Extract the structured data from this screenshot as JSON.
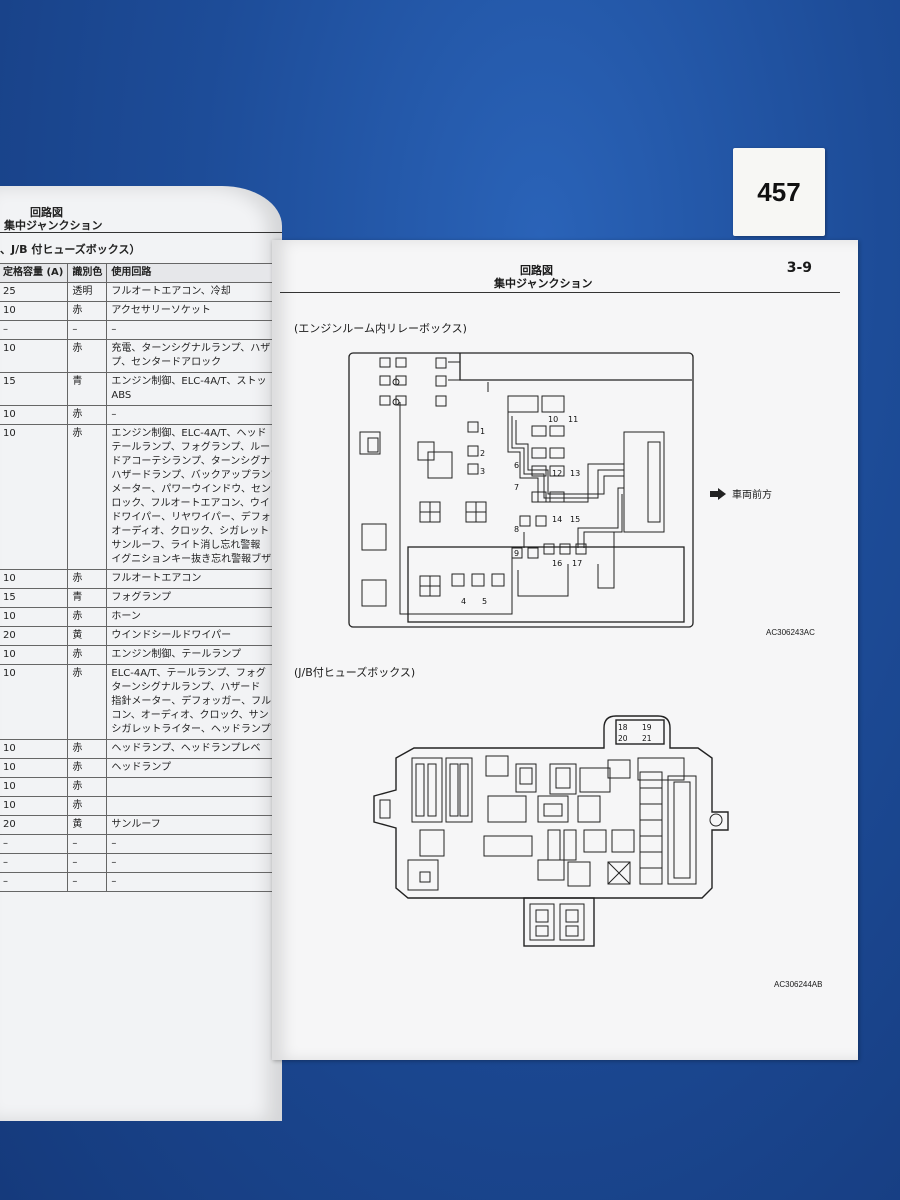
{
  "page_tag": "457",
  "left_page": {
    "heading1": "回路図",
    "heading2": "集中ジャンクション",
    "subheading": "、J/B 付ヒューズボックス）",
    "columns": [
      "定格容量 (A)",
      "識別色",
      "使用回路"
    ],
    "rows": [
      {
        "cap": "25",
        "color": "透明",
        "use": "フルオートエアコン、冷却"
      },
      {
        "cap": "10",
        "color": "赤",
        "use": "アクセサリーソケット"
      },
      {
        "cap": "–",
        "color": "–",
        "use": "–"
      },
      {
        "cap": "10",
        "color": "赤",
        "use": "充電、ターンシグナルランプ、ハザ\nプ、センタードアロック"
      },
      {
        "cap": "15",
        "color": "青",
        "use": "エンジン制御、ELC-4A/T、ストッ\nABS"
      },
      {
        "cap": "10",
        "color": "赤",
        "use": "–"
      },
      {
        "cap": "10",
        "color": "赤",
        "use": "エンジン制御、ELC-4A/T、ヘッド\nテールランプ、フォグランプ、ルー\nドアコーテシランプ、ターンシグナ\nハザードランプ、バックアップランプ\nメーター、パワーウインドウ、セン\nロック、フルオートエアコン、ウイ\nドワイパー、リヤワイパー、デフォ\nオーディオ、クロック、シガレット\nサンルーフ、ライト消し忘れ警報\nイグニションキー抜き忘れ警報ブザ"
      },
      {
        "cap": "10",
        "color": "赤",
        "use": "フルオートエアコン"
      },
      {
        "cap": "15",
        "color": "青",
        "use": "フォグランプ"
      },
      {
        "cap": "10",
        "color": "赤",
        "use": "ホーン"
      },
      {
        "cap": "20",
        "color": "黄",
        "use": "ウインドシールドワイパー"
      },
      {
        "cap": "10",
        "color": "赤",
        "use": "エンジン制御、テールランプ"
      },
      {
        "cap": "10",
        "color": "赤",
        "use": "ELC-4A/T、テールランプ、フォグ\nターンシグナルランプ、ハザード\n指針メーター、デフォッガー、フル\nコン、オーディオ、クロック、サン\nシガレットライター、ヘッドランプ"
      },
      {
        "cap": "10",
        "color": "赤",
        "use": "ヘッドランプ、ヘッドランプレベ"
      },
      {
        "cap": "10",
        "color": "赤",
        "use": "ヘッドランプ"
      },
      {
        "cap": "10",
        "color": "赤",
        "use": ""
      },
      {
        "cap": "10",
        "color": "赤",
        "use": ""
      },
      {
        "cap": "20",
        "color": "黄",
        "use": "サンルーフ"
      },
      {
        "cap": "–",
        "color": "–",
        "use": "–"
      },
      {
        "cap": "–",
        "color": "–",
        "use": "–"
      },
      {
        "cap": "–",
        "color": "–",
        "use": "–"
      }
    ]
  },
  "right_page": {
    "heading1": "回路図",
    "heading2": "集中ジャンクション",
    "page_number": "3-9",
    "caption_relay": "(エンジンルーム内リレーボックス)",
    "caption_jb": "(J/B付ヒューズボックス)",
    "direction_label": "車両前方",
    "code_relay": "AC306243AC",
    "code_jb": "AC306244AB",
    "relay_numbers": [
      "1",
      "2",
      "3",
      "4",
      "5",
      "6",
      "7",
      "8",
      "9",
      "10",
      "11",
      "12",
      "13",
      "14",
      "15",
      "16",
      "17"
    ],
    "jb_numbers": [
      "18",
      "19",
      "20",
      "21"
    ]
  }
}
